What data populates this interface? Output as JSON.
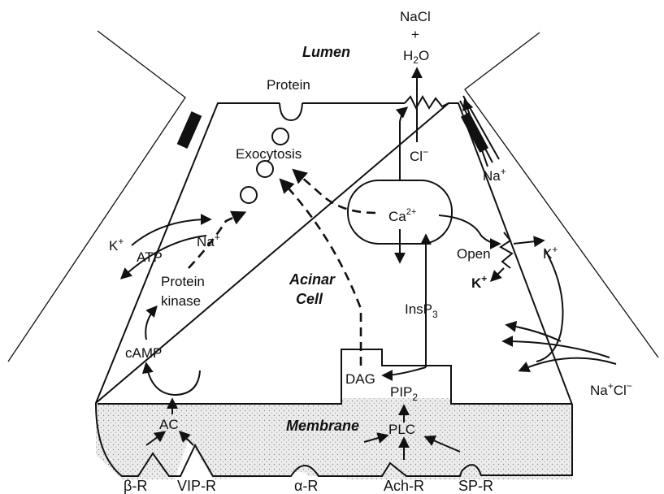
{
  "labels": {
    "nacl": "NaCl",
    "plus": "+",
    "h2o_main": "H",
    "h2o_sub": "2",
    "h2o_tail": "O",
    "lumen": "Lumen",
    "protein": "Protein",
    "exocytosis": "Exocytosis",
    "cl": "Cl",
    "cl_sup": "−",
    "na_top": "Na",
    "na_top_sup": "+",
    "ca": "Ca",
    "ca_sup": "2+",
    "k_left": "K",
    "k_left_sup": "+",
    "atp": "ATP",
    "na_left": "Na",
    "na_left_sup": "+",
    "open": "Open",
    "k_right": "K",
    "k_right_sup": "+",
    "k_bold": "K",
    "k_bold_sup": "+",
    "protein_kinase_1": "Protein",
    "protein_kinase_2": "kinase",
    "acinar_1": "Acinar",
    "acinar_2": "Cell",
    "insp3_main": "InsP",
    "insp3_sub": "3",
    "camp": "cAMP",
    "dag": "DAG",
    "pip2_main": "PIP",
    "pip2_sub": "2",
    "nacl_right_na": "Na",
    "nacl_right_sup1": "+",
    "nacl_right_cl": "Cl",
    "nacl_right_sup2": "−",
    "ac": "AC",
    "membrane": "Membrane",
    "plc": "PLC",
    "beta_r": "β-R",
    "vip_r": "VIP-R",
    "alpha_r": "α-R",
    "ach_r": "Ach-R",
    "sp_r": "SP-R"
  },
  "colors": {
    "ink": "#111111",
    "membrane_fill": "#e6e6e6"
  }
}
